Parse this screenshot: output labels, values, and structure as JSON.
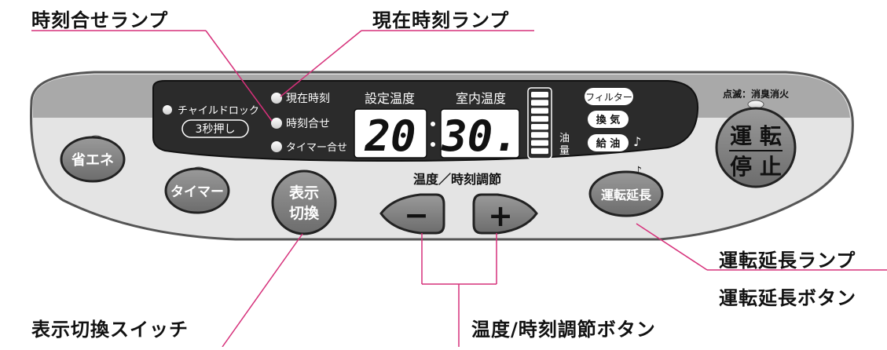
{
  "callouts": {
    "time_set_lamp": "時刻合せランプ",
    "current_time_lamp": "現在時刻ランプ",
    "extension_lamp": "運転延長ランプ",
    "extension_button": "運転延長ボタン",
    "display_switch": "表示切換スイッチ",
    "temp_time_buttons": "温度/時刻調節ボタン"
  },
  "panel": {
    "child_lock": "チャイルドロック",
    "child_lock_hint": "3秒押し",
    "lamp_current_time": "現在時刻",
    "lamp_time_set": "時刻合せ",
    "lamp_timer_set": "タイマー合せ",
    "set_temp_label": "設定温度",
    "room_temp_label": "室内温度",
    "set_temp_value": "20",
    "room_temp_value": "30.",
    "oil_label_1": "油",
    "oil_label_2": "量",
    "oil_level_segments": 8,
    "filter_label": "フィルター",
    "ventilation_label": "換 気",
    "refuel_label": "給 油",
    "blink_note": "点滅：消臭消火",
    "run_stop_1": "運 転",
    "run_stop_2": "停 止",
    "eco_button": "省エネ",
    "timer_button": "タイマー",
    "display_button_1": "表示",
    "display_button_2": "切換",
    "adjust_label": "温度／時刻調節",
    "extension_button": "運転延長",
    "minus_symbol": "−",
    "plus_symbol": "+",
    "music_note": "♪"
  },
  "colors": {
    "panel_outer": "#6f6f6f",
    "panel_light": "#e4e4e4",
    "panel_mid": "#a9a9a9",
    "display_dark": "#2b2b2b",
    "leader_line": "#d6307a"
  }
}
